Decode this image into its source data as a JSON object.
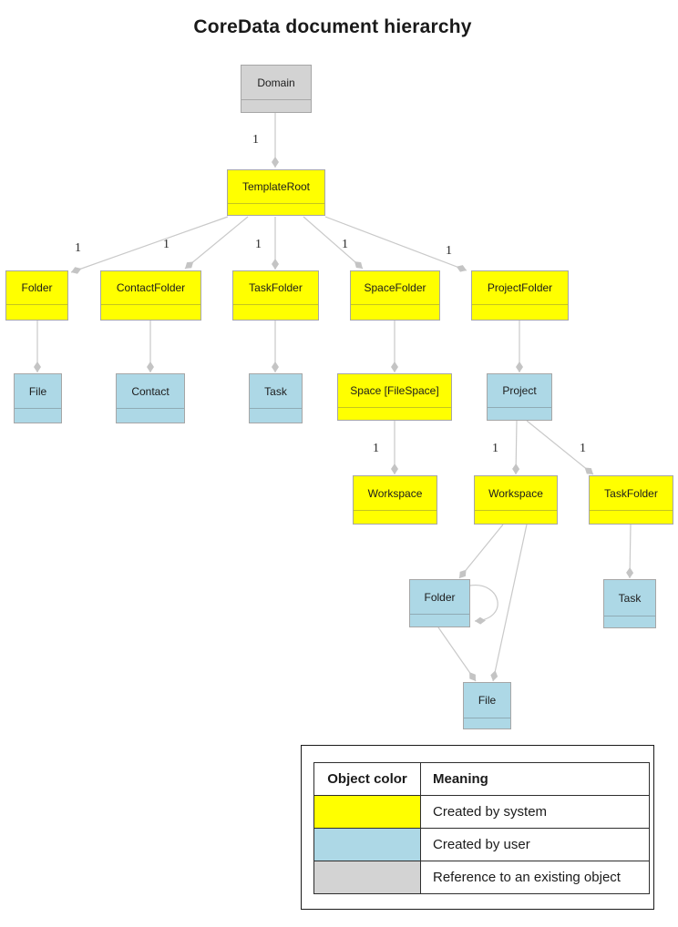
{
  "title": "CoreData document hierarchy",
  "colors": {
    "system": "#ffff00",
    "user": "#add8e6",
    "reference": "#d3d3d3",
    "line": "#c9c9c9",
    "diamond": "#c4c4c4",
    "box_border": "#a6a6a6"
  },
  "nodes": {
    "domain": "Domain",
    "templateroot": "TemplateRoot",
    "folder": "Folder",
    "contactfolder": "ContactFolder",
    "taskfolder": "TaskFolder",
    "spacefolder": "SpaceFolder",
    "projectfolder": "ProjectFolder",
    "file": "File",
    "contact": "Contact",
    "task": "Task",
    "space": "Space [FileSpace]",
    "project": "Project",
    "workspace_space": "Workspace",
    "workspace_project": "Workspace",
    "taskfolder_project": "TaskFolder",
    "folder_workspace": "Folder",
    "task_project": "Task",
    "file_workspace": "File"
  },
  "multiplicities": {
    "m1": "1",
    "m2": "1",
    "m3": "1",
    "m4": "1",
    "m5": "1",
    "m6": "1",
    "m7": "1",
    "m8": "1",
    "m9": "1"
  },
  "legend": {
    "col_object": "Object color",
    "col_meaning": "Meaning",
    "rows": [
      {
        "color": "#ffff00",
        "meaning": "Created by system"
      },
      {
        "color": "#add8e6",
        "meaning": "Created by user"
      },
      {
        "color": "#d3d3d3",
        "meaning": "Reference to an existing object"
      }
    ]
  }
}
